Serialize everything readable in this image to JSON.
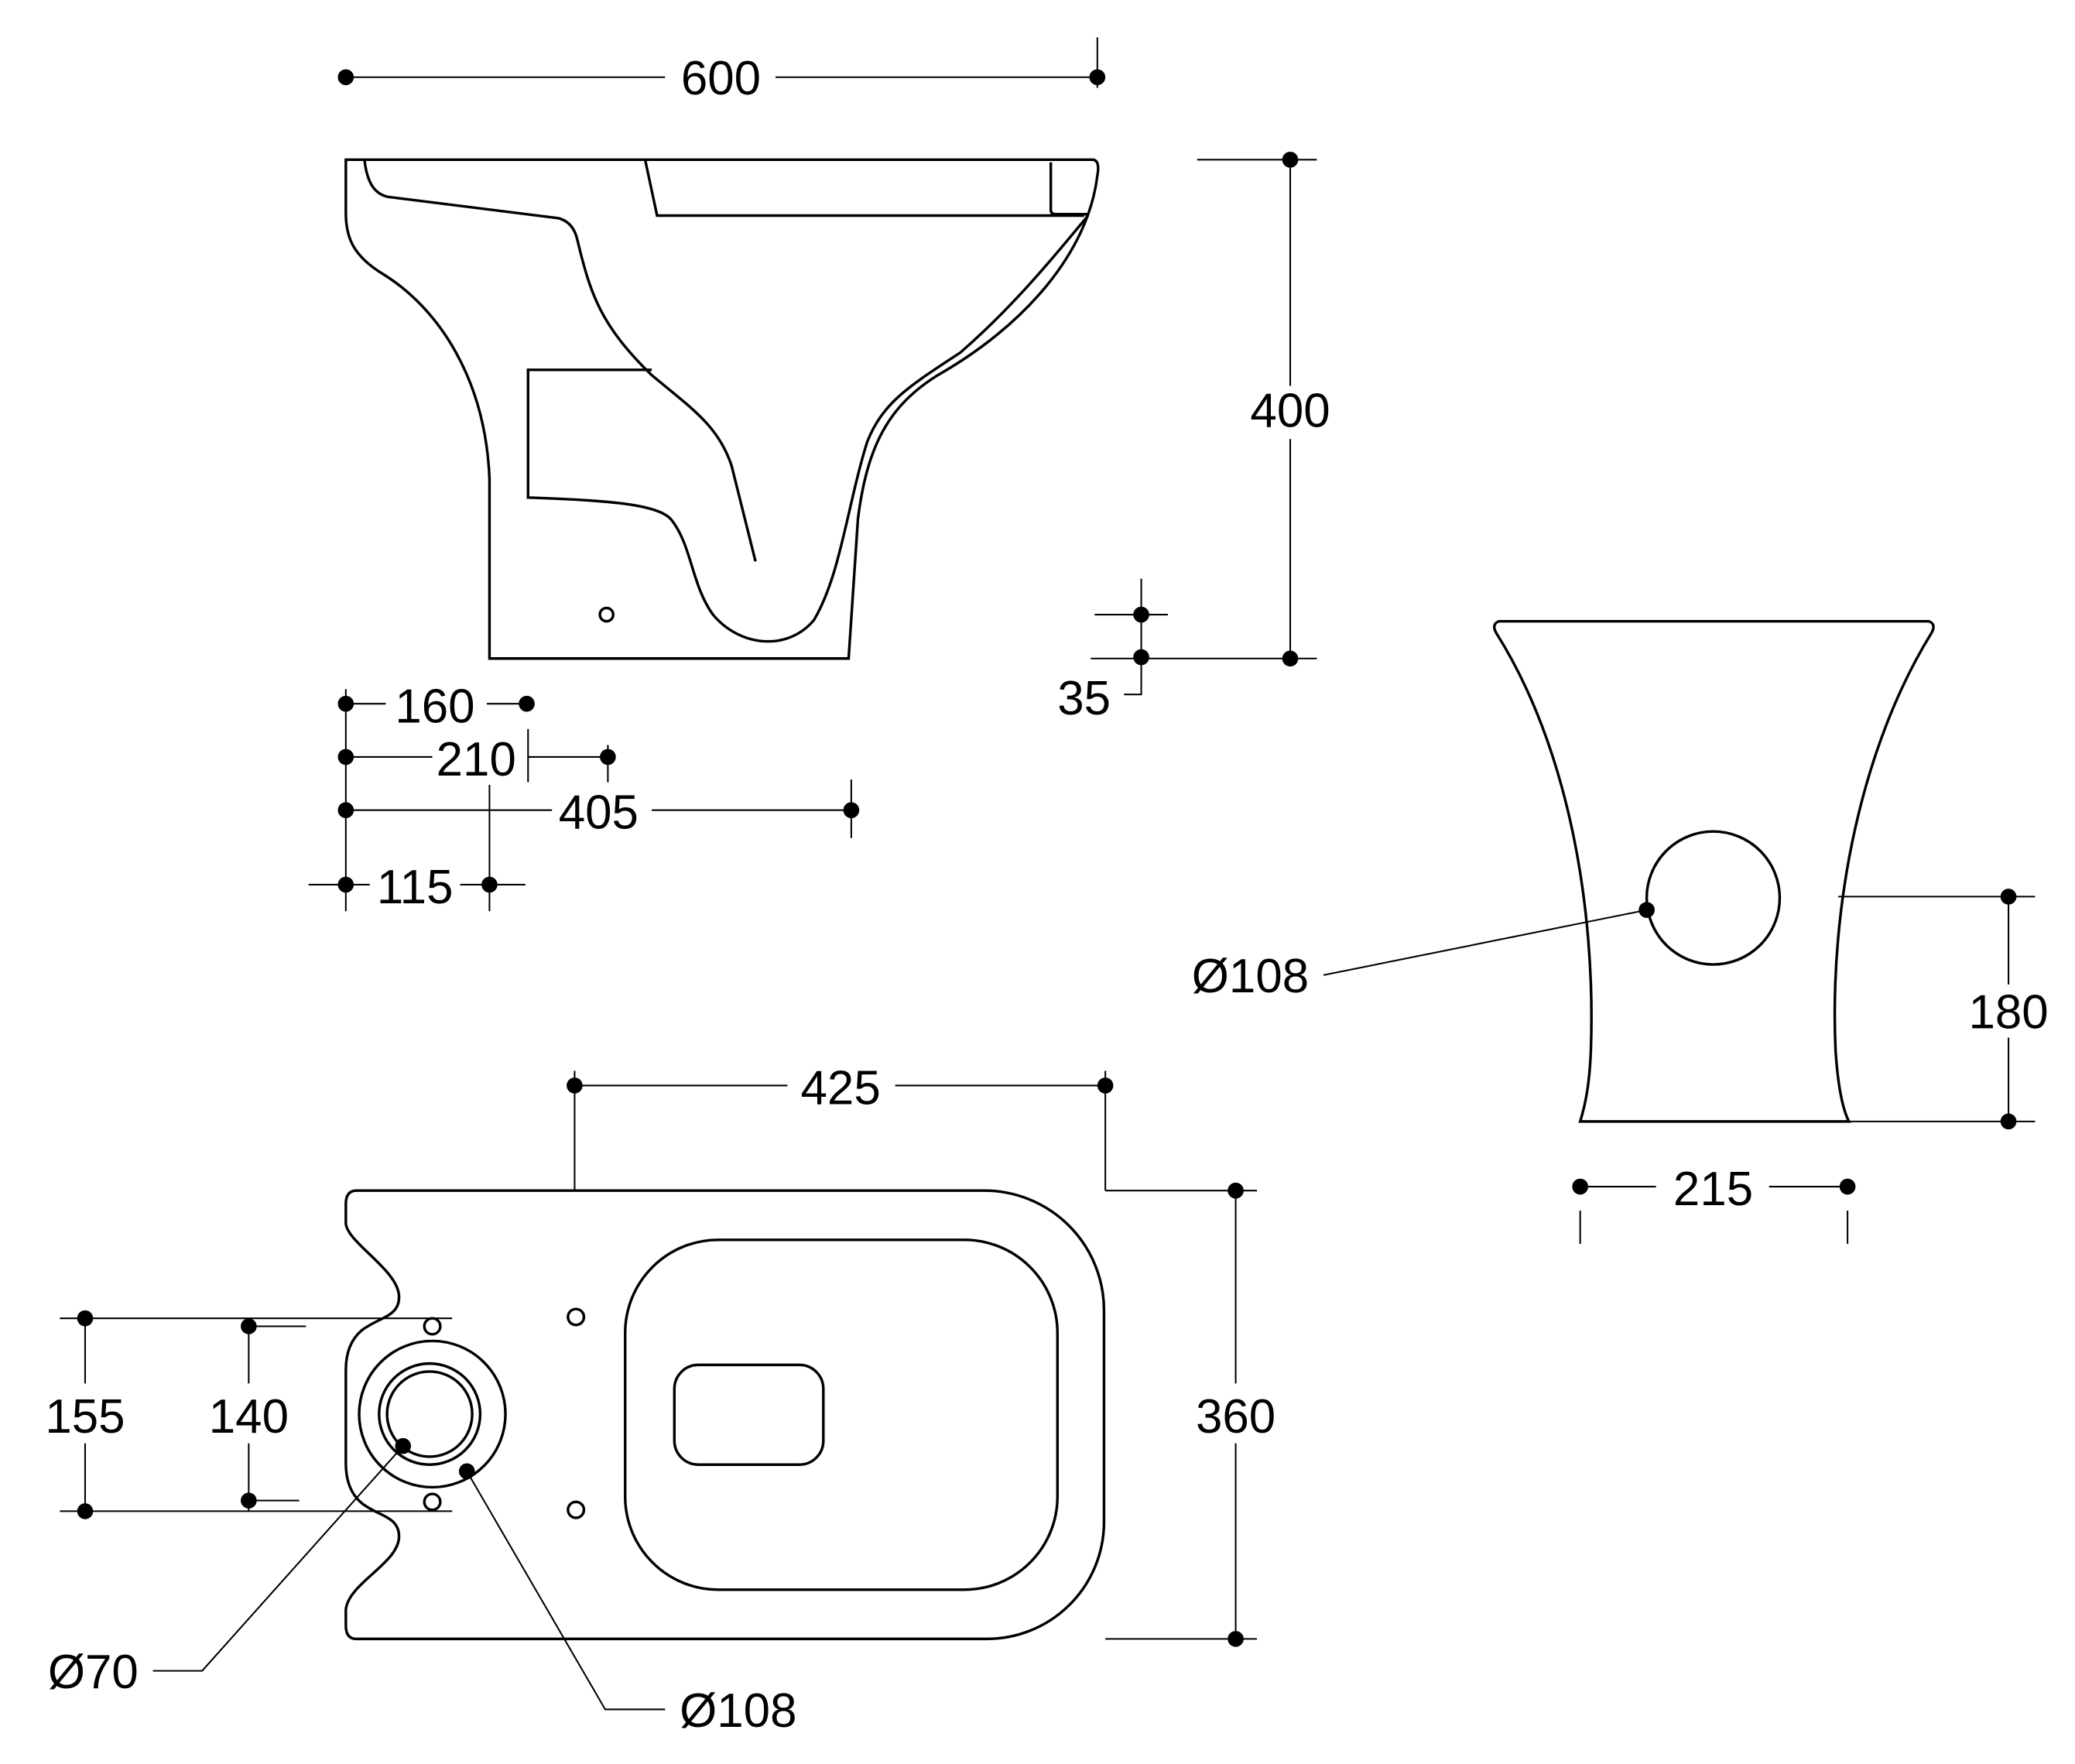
{
  "drawing": {
    "side_view": {
      "width": "600",
      "height": "400",
      "pan_height": "35",
      "d160": "160",
      "d210": "210",
      "d405": "405",
      "d115": "115"
    },
    "back_view": {
      "outlet_diameter": "Ø108",
      "outlet_height": "180",
      "width": "215"
    },
    "plan_view": {
      "seat_length": "425",
      "width": "360",
      "d155": "155",
      "d140": "140",
      "inlet_diameter": "Ø70",
      "outlet_diameter": "Ø108"
    },
    "colors": {
      "line": "#000000",
      "background": "#ffffff"
    }
  }
}
